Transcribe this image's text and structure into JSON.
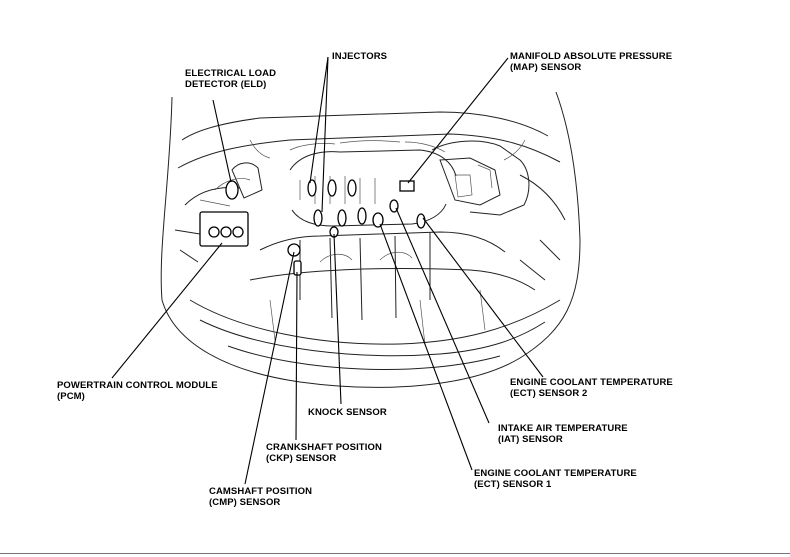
{
  "labels": {
    "injectors": [
      "INJECTORS"
    ],
    "map_sensor": [
      "MANIFOLD ABSOLUTE PRESSURE",
      "(MAP) SENSOR"
    ],
    "eld": [
      "ELECTRICAL LOAD",
      "DETECTOR (ELD)"
    ],
    "pcm": [
      "POWERTRAIN CONTROL MODULE",
      "(PCM)"
    ],
    "ect2": [
      "ENGINE COOLANT TEMPERATURE",
      "(ECT) SENSOR 2"
    ],
    "knock": [
      "KNOCK SENSOR"
    ],
    "iat": [
      "INTAKE AIR TEMPERATURE",
      "(IAT) SENSOR"
    ],
    "ckp": [
      "CRANKSHAFT POSITION",
      "(CKP) SENSOR"
    ],
    "ect1": [
      "ENGINE COOLANT TEMPERATURE",
      "(ECT) SENSOR 1"
    ],
    "cmp": [
      "CAMSHAFT POSITION",
      "(CMP) SENSOR"
    ]
  }
}
